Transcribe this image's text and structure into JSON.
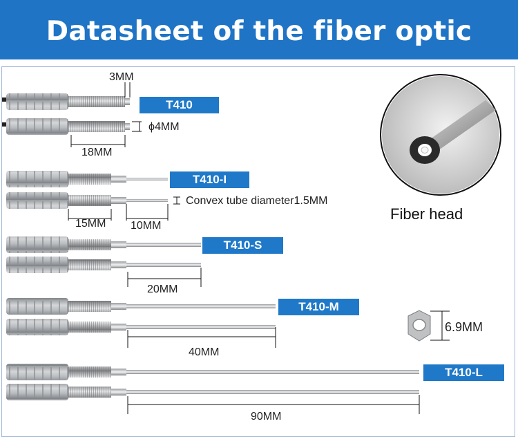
{
  "title": "Datasheet of the fiber optic sensor",
  "models": [
    "T410",
    "T410-I",
    "T410-S",
    "T410-M",
    "T410-L"
  ],
  "dimensions": {
    "t410_tip": "3MM",
    "t410_diameter": "ϕ4MM",
    "t410_thread": "18MM",
    "t410i_thread": "15MM",
    "t410i_tube": "10MM",
    "t410i_note": "Convex tube diameter1.5MM",
    "t410s_tube": "20MM",
    "t410m_tube": "40MM",
    "t410l_tube": "90MM",
    "nut": "6.9MM"
  },
  "fiber_head_caption": "Fiber head",
  "colors": {
    "header": "#1f74c5",
    "label": "#1f79c8",
    "panel_border": "#9fb6d6"
  }
}
